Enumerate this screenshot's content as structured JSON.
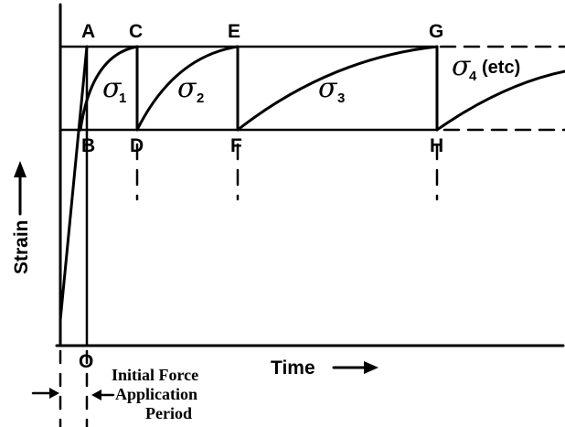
{
  "diagram": {
    "point_labels": {
      "A": "A",
      "B": "B",
      "C": "C",
      "D": "D",
      "E": "E",
      "F": "F",
      "G": "G",
      "H": "H",
      "O": "O"
    },
    "stress_labels": [
      {
        "symbol": "σ",
        "sub": "1",
        "extra": ""
      },
      {
        "symbol": "σ",
        "sub": "2",
        "extra": ""
      },
      {
        "symbol": "σ",
        "sub": "3",
        "extra": ""
      },
      {
        "symbol": "σ",
        "sub": "4",
        "extra": "(etc)"
      }
    ],
    "y_axis_label": "Strain",
    "x_axis_label": "Time",
    "caption_lines": [
      "Initial Force",
      "Application",
      "Period"
    ],
    "line_color": "#000000",
    "background_color": "#ffffff"
  }
}
